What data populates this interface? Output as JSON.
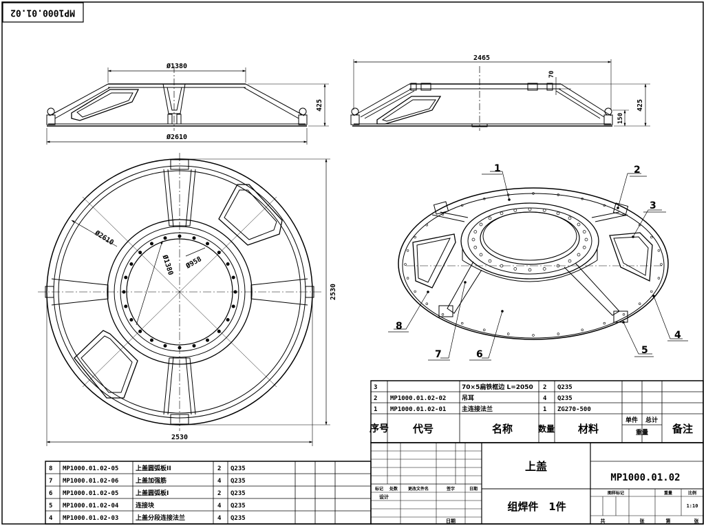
{
  "drawing_no_stamp": "MP1000.01.02",
  "front_view": {
    "dim_top": "Ø1380",
    "dim_bottom": "Ø2610",
    "dim_height": "425"
  },
  "side_view": {
    "dim_width": "2465",
    "dim_height": "425",
    "dim_flange": "70",
    "dim_lug": "150"
  },
  "plan_view": {
    "dim_outer_dia": "Ø2610",
    "dim_mid_dia": "Ø1380",
    "dim_inner_dia": "Ø958",
    "dim_height": "2530",
    "dim_width": "2530"
  },
  "balloons": [
    "1",
    "2",
    "3",
    "4",
    "5",
    "6",
    "7",
    "8"
  ],
  "bom_upper": {
    "rows": [
      {
        "no": "3",
        "code": "",
        "name": "70×5扁铁框边 L=2050",
        "qty": "2",
        "material": "Q235"
      },
      {
        "no": "2",
        "code": "MP1000.01.02-02",
        "name": "吊耳",
        "qty": "4",
        "material": "Q235"
      },
      {
        "no": "1",
        "code": "MP1000.01.02-01",
        "name": "主连接法兰",
        "qty": "1",
        "material": "ZG270-500"
      }
    ],
    "header": {
      "no": "序号",
      "code": "代号",
      "name": "名称",
      "qty": "数量",
      "material": "材料",
      "unit": "单件",
      "total": "总计",
      "weight": "重量",
      "remark": "备注"
    }
  },
  "bom_lower": {
    "rows": [
      {
        "no": "8",
        "code": "MP1000.01.02-05",
        "name": "上盖圆弧板II",
        "qty": "2",
        "material": "Q235"
      },
      {
        "no": "7",
        "code": "MP1000.01.02-06",
        "name": "上盖加强筋",
        "qty": "4",
        "material": "Q235"
      },
      {
        "no": "6",
        "code": "MP1000.01.02-05",
        "name": "上盖圆弧板I",
        "qty": "2",
        "material": "Q235"
      },
      {
        "no": "5",
        "code": "MP1000.01.02-04",
        "name": "连接块",
        "qty": "4",
        "material": "Q235"
      },
      {
        "no": "4",
        "code": "MP1000.01.02-03",
        "name": "上盖分段连接法兰",
        "qty": "4",
        "material": "Q235"
      }
    ]
  },
  "title_block": {
    "part_name": "上盖",
    "drawing_no": "MP1000.01.02",
    "assembly_note": "组焊件",
    "quantity": "1件",
    "rev_headers": [
      "标记",
      "处数",
      "更改文件名",
      "签字",
      "日期"
    ],
    "design": "设计",
    "date_label": "日期",
    "stage_headers": [
      "图样标记",
      "重量",
      "比例"
    ],
    "scale": "1:10",
    "sheet_total": "共",
    "sheet_unit": "张",
    "sheet_no": "第",
    "sheet_unit2": "张"
  }
}
